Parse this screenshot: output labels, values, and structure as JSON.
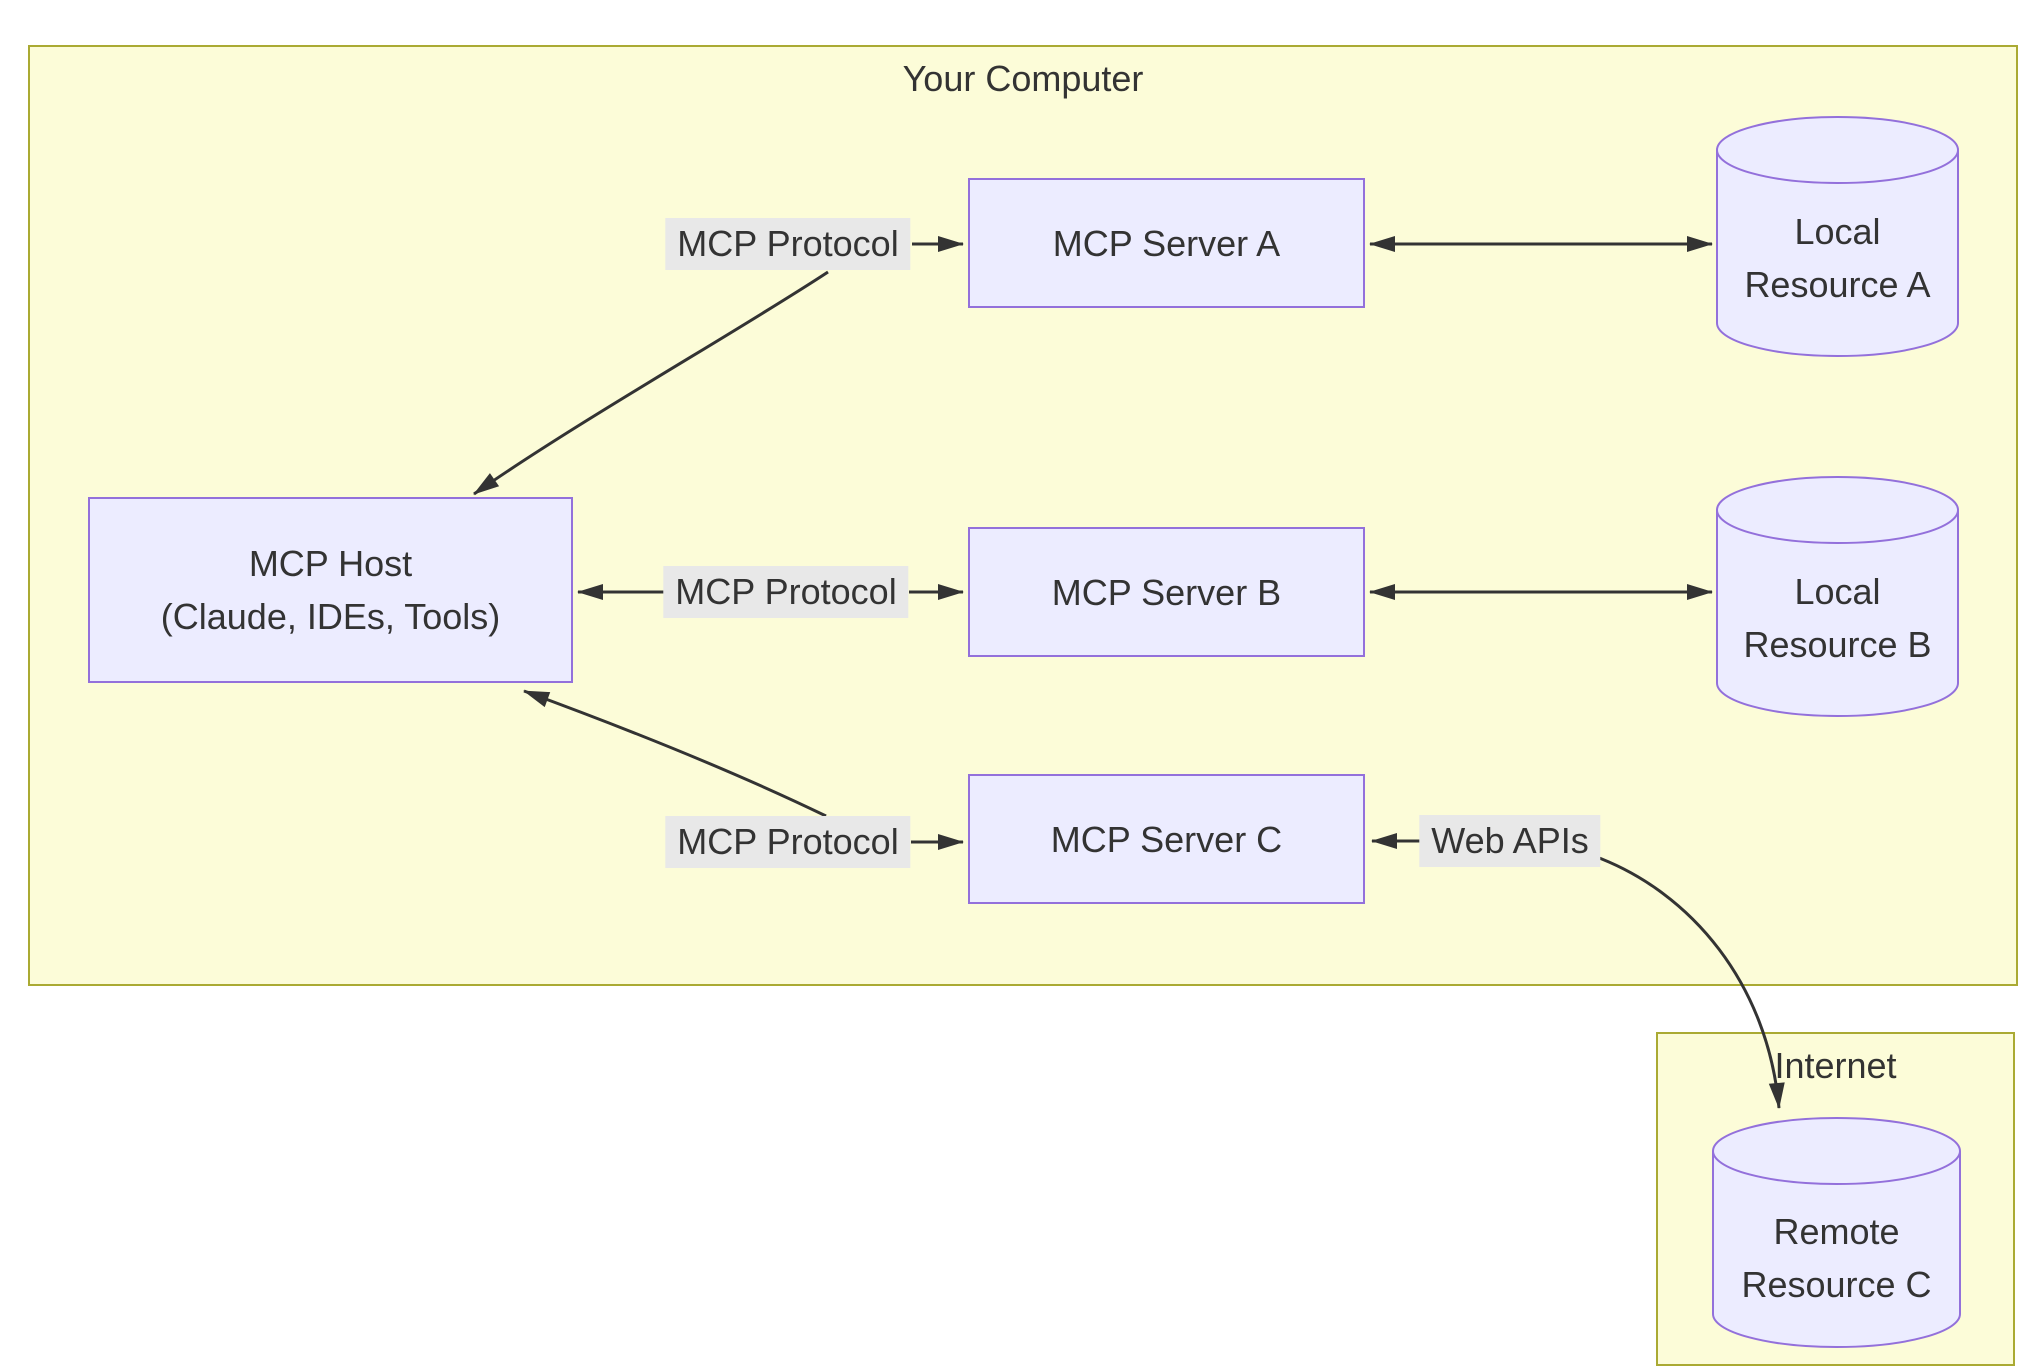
{
  "titles": {
    "your_computer": "Your Computer",
    "internet": "Internet"
  },
  "nodes": {
    "host": {
      "line1": "MCP Host",
      "line2": "(Claude, IDEs, Tools)"
    },
    "server_a": {
      "label": "MCP Server A"
    },
    "server_b": {
      "label": "MCP Server B"
    },
    "server_c": {
      "label": "MCP Server C"
    },
    "resource_a": {
      "line1": "Local",
      "line2": "Resource A"
    },
    "resource_b": {
      "line1": "Local",
      "line2": "Resource B"
    },
    "resource_c": {
      "line1": "Remote",
      "line2": "Resource C"
    }
  },
  "edge_labels": {
    "protocol_a": "MCP Protocol",
    "protocol_b": "MCP Protocol",
    "protocol_c": "MCP Protocol",
    "web_apis": "Web APIs"
  },
  "connections": [
    {
      "from": "MCP Host",
      "to": "MCP Server A",
      "label": "MCP Protocol",
      "direction": "bidirectional"
    },
    {
      "from": "MCP Host",
      "to": "MCP Server B",
      "label": "MCP Protocol",
      "direction": "bidirectional"
    },
    {
      "from": "MCP Host",
      "to": "MCP Server C",
      "label": "MCP Protocol",
      "direction": "bidirectional"
    },
    {
      "from": "MCP Server A",
      "to": "Local Resource A",
      "label": "",
      "direction": "bidirectional"
    },
    {
      "from": "MCP Server B",
      "to": "Local Resource B",
      "label": "",
      "direction": "bidirectional"
    },
    {
      "from": "MCP Server C",
      "to": "Remote Resource C",
      "label": "Web APIs",
      "direction": "bidirectional"
    }
  ],
  "colors": {
    "cluster_fill": "#fcfcd8",
    "cluster_border": "#aaaa33",
    "node_fill": "#ececff",
    "node_border": "#9370db",
    "edge": "#333333",
    "edge_label_bg": "#e8e8e8",
    "text": "#333333"
  }
}
